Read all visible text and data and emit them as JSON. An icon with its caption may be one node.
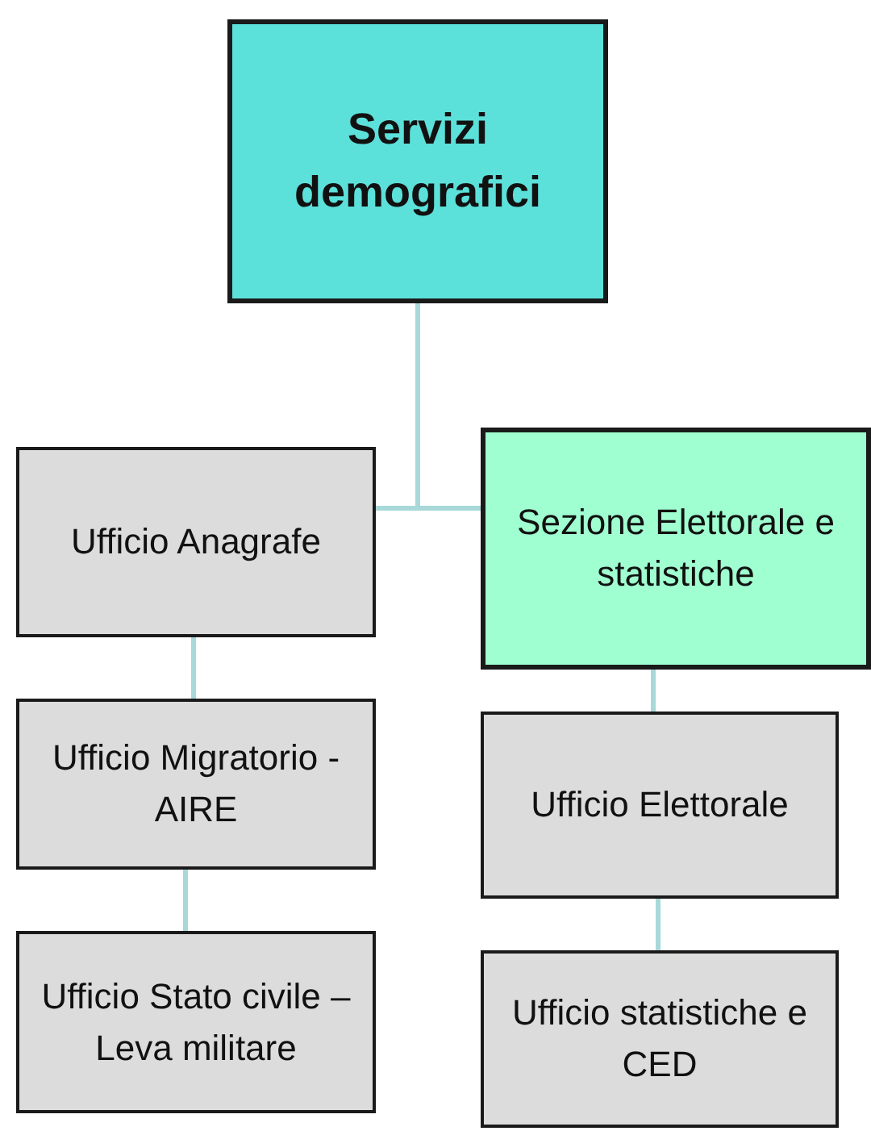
{
  "diagram": {
    "nodes": [
      {
        "text": [
          "Servizi demografici"
        ]
      },
      {
        "text": [
          "Ufficio Anagrafe"
        ]
      },
      {
        "text": [
          "Sezione Elettorale e statistiche"
        ]
      },
      {
        "text": [
          "Ufficio Migratorio - AIRE"
        ]
      },
      {
        "text": [
          "Ufficio Stato civile – Leva militare"
        ]
      },
      {
        "text": [
          "Ufficio Elettorale"
        ]
      },
      {
        "text": [
          "Ufficio statistiche e CED"
        ]
      }
    ],
    "edges": [
      {
        "from": 0,
        "to": 1,
        "arrow": "none"
      },
      {
        "from": 0,
        "to": 2,
        "arrow": "none"
      },
      {
        "from": 1,
        "to": 3,
        "arrow": "none"
      },
      {
        "from": 3,
        "to": 4,
        "arrow": "none"
      },
      {
        "from": 2,
        "to": 5,
        "arrow": "none"
      },
      {
        "from": 5,
        "to": 6,
        "arrow": "none"
      }
    ]
  }
}
